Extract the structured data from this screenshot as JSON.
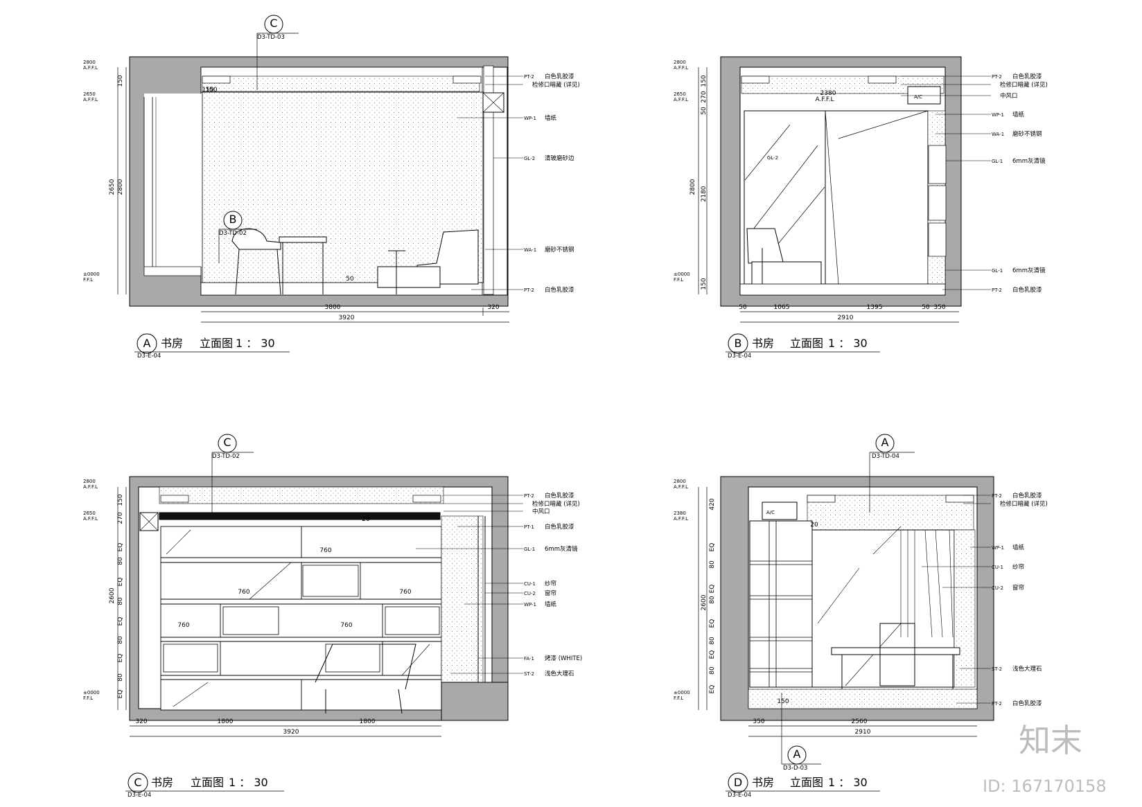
{
  "elevations": [
    {
      "key": "A",
      "title": {
        "letter": "A",
        "name": "书房",
        "label": "立面图",
        "scale": "1 ： 30",
        "sheet": "D3-E-04"
      },
      "levels": [
        {
          "value": "2800",
          "sub": "A.F.F.L"
        },
        {
          "value": "2650",
          "sub": "A.F.F.L"
        },
        {
          "value": "±0000",
          "sub": "F.F.L"
        }
      ],
      "left_dims": [
        "150",
        "2800",
        "2650"
      ],
      "bottom_dims": [
        "3800",
        "320",
        "3920"
      ],
      "inner_dims": [
        "150",
        "50",
        "150"
      ],
      "section_marks": [
        {
          "letter": "C",
          "ref": "D3-TD-03"
        },
        {
          "letter": "B",
          "ref": "D3-TD-02"
        }
      ],
      "callouts": [
        {
          "code": "PT-2",
          "text": "白色乳胶漆"
        },
        {
          "code": "",
          "text": "检修口暗藏 (详见)"
        },
        {
          "code": "WP-1",
          "text": "墙纸"
        },
        {
          "code": "GL-2",
          "text": "清玻磨砂边"
        },
        {
          "code": "WA-1",
          "text": "磨砂不锈钢"
        },
        {
          "code": "PT-2",
          "text": "白色乳胶漆"
        }
      ]
    },
    {
      "key": "B",
      "title": {
        "letter": "B",
        "name": "书房",
        "label": "立面图",
        "scale": "1 ： 30",
        "sheet": "D3-E-04"
      },
      "levels": [
        {
          "value": "2800",
          "sub": "A.F.F.L"
        },
        {
          "value": "2650",
          "sub": "A.F.F.L"
        },
        {
          "value": "±0000",
          "sub": "F.F.L"
        }
      ],
      "left_dims": [
        "150",
        "270",
        "50",
        "2800",
        "2180",
        "150"
      ],
      "bottom_dims": [
        "50",
        "1065",
        "1395",
        "50",
        "350",
        "2910"
      ],
      "inner_dims": [
        "2380",
        "A.F.F.L"
      ],
      "section_marks": [],
      "inner_labels": [
        "A/C",
        "GL-2"
      ],
      "callouts": [
        {
          "code": "PT-2",
          "text": "白色乳胶漆"
        },
        {
          "code": "",
          "text": "检修口暗藏 (详见)"
        },
        {
          "code": "",
          "text": "中风口"
        },
        {
          "code": "WP-1",
          "text": "墙纸"
        },
        {
          "code": "WA-1",
          "text": "磨砂不锈钢"
        },
        {
          "code": "GL-1",
          "text": "6mm灰清镜"
        },
        {
          "code": "GL-1",
          "text": "6mm灰清镜"
        },
        {
          "code": "PT-2",
          "text": "白色乳胶漆"
        }
      ]
    },
    {
      "key": "C",
      "title": {
        "letter": "C",
        "name": "书房",
        "label": "立面图",
        "scale": "1 ： 30",
        "sheet": "D3-E-04"
      },
      "levels": [
        {
          "value": "2800",
          "sub": "A.F.F.L"
        },
        {
          "value": "2650",
          "sub": "A.F.F.L"
        },
        {
          "value": "±0000",
          "sub": "F.F.L"
        }
      ],
      "left_dims": [
        "150",
        "270",
        "EQ",
        "80",
        "EQ",
        "80",
        "EQ",
        "80",
        "EQ",
        "80",
        "EQ",
        "2600"
      ],
      "bottom_dims": [
        "320",
        "1800",
        "1800",
        "3920"
      ],
      "inner_dims": [
        "760",
        "760",
        "760",
        "760",
        "760",
        "20"
      ],
      "section_marks": [
        {
          "letter": "C",
          "ref": "D3-TD-02"
        }
      ],
      "callouts": [
        {
          "code": "PT-2",
          "text": "白色乳胶漆"
        },
        {
          "code": "",
          "text": "检修口暗藏 (详见)"
        },
        {
          "code": "",
          "text": "中风口"
        },
        {
          "code": "PT-1",
          "text": "白色乳胶漆"
        },
        {
          "code": "GL-1",
          "text": "6mm灰清镜"
        },
        {
          "code": "CU-1",
          "text": "纱帘"
        },
        {
          "code": "CU-2",
          "text": "窗帘"
        },
        {
          "code": "WP-1",
          "text": "墙纸"
        },
        {
          "code": "FA-1",
          "text": "烤漆 (WHITE)"
        },
        {
          "code": "ST-2",
          "text": "浅色大理石"
        }
      ]
    },
    {
      "key": "D",
      "title": {
        "letter": "D",
        "name": "书房",
        "label": "立面图",
        "scale": "1 ： 30",
        "sheet": "D3-E-04"
      },
      "levels": [
        {
          "value": "2800",
          "sub": "A.F.F.L"
        },
        {
          "value": "2380",
          "sub": "A.F.F.L"
        },
        {
          "value": "±0000",
          "sub": "F.F.L"
        }
      ],
      "left_dims": [
        "420",
        "EQ",
        "80",
        "EQ",
        "80",
        "2600",
        "EQ",
        "80",
        "EQ",
        "80",
        "EQ"
      ],
      "bottom_dims": [
        "350",
        "2560",
        "2910"
      ],
      "inner_dims": [
        "150",
        "20"
      ],
      "section_marks": [
        {
          "letter": "A",
          "ref": "D3-TD-04"
        },
        {
          "letter": "A",
          "ref": "D3-D-03"
        }
      ],
      "inner_labels": [
        "A/C"
      ],
      "callouts": [
        {
          "code": "PT-2",
          "text": "白色乳胶漆"
        },
        {
          "code": "",
          "text": "检修口暗藏 (详见)"
        },
        {
          "code": "WP-1",
          "text": "墙纸"
        },
        {
          "code": "CU-1",
          "text": "纱帘"
        },
        {
          "code": "CU-2",
          "text": "窗帘"
        },
        {
          "code": "ST-2",
          "text": "浅色大理石"
        },
        {
          "code": "PT-2",
          "text": "白色乳胶漆"
        }
      ]
    }
  ],
  "watermark": {
    "logo": "知末",
    "id": "ID: 167170158"
  }
}
